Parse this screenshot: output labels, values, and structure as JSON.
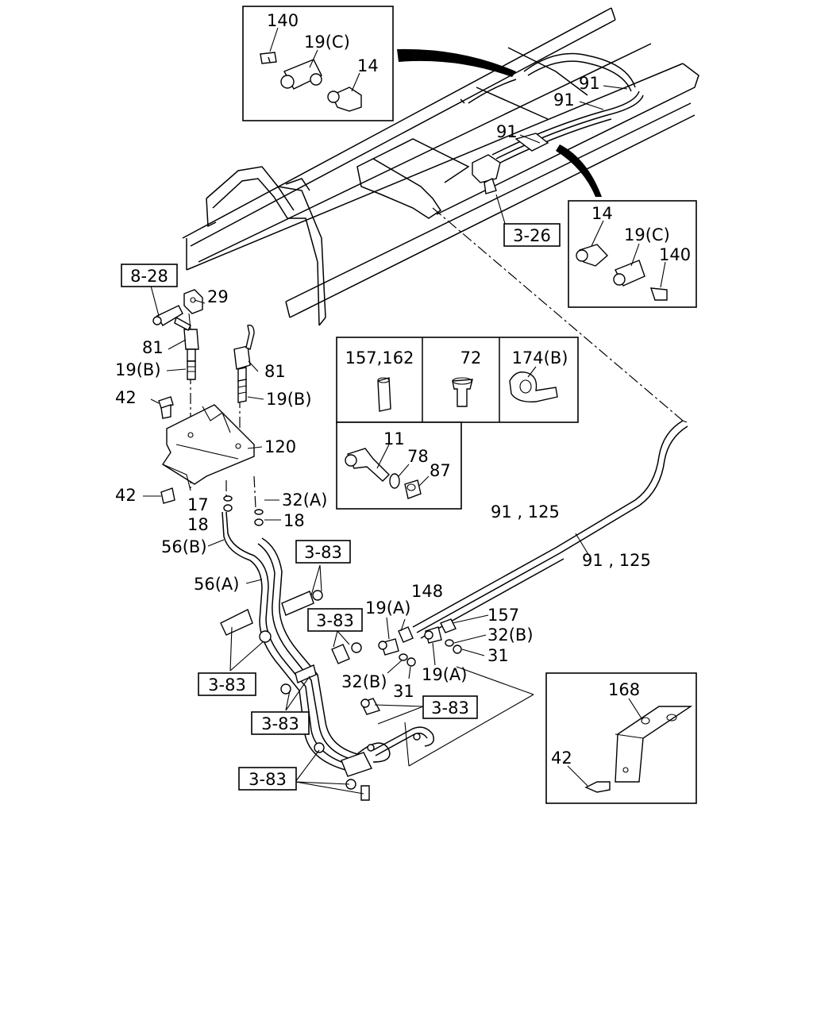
{
  "refs": {
    "ref_3_26": "3-26",
    "ref_8_28": "8-28",
    "ref_3_83_a": "3-83",
    "ref_3_83_b": "3-83",
    "ref_3_83_c": "3-83",
    "ref_3_83_d": "3-83",
    "ref_3_83_e": "3-83",
    "ref_3_83_f": "3-83"
  },
  "detail_top": {
    "l140": "140",
    "l19c": "19(C)",
    "l14": "14"
  },
  "detail_right": {
    "l14": "14",
    "l19c": "19(C)",
    "l140": "140"
  },
  "detail_bottom": {
    "l168": "168",
    "l42": "42"
  },
  "parts_table": {
    "c1": "157,162",
    "c2": "72",
    "c3": "174(B)",
    "c4_a": "11",
    "c4_b": "78",
    "c4_c": "87"
  },
  "callouts": {
    "p91_a": "91",
    "p91_b": "91",
    "p91_c": "91",
    "p29": "29",
    "p81_a": "81",
    "p81_b": "81",
    "p19b_a": "19(B)",
    "p19b_b": "19(B)",
    "p42_a": "42",
    "p42_b": "42",
    "p120": "120",
    "p17": "17",
    "p18_a": "18",
    "p18_b": "18",
    "p32a": "32(A)",
    "p56b": "56(B)",
    "p56a": "56(A)",
    "p91_125_a": "91 , 125",
    "p91_125_b": "91 , 125",
    "p148": "148",
    "p19a_a": "19(A)",
    "p19a_b": "19(A)",
    "p157": "157",
    "p32b_a": "32(B)",
    "p32b_b": "32(B)",
    "p31_a": "31",
    "p31_b": "31"
  }
}
